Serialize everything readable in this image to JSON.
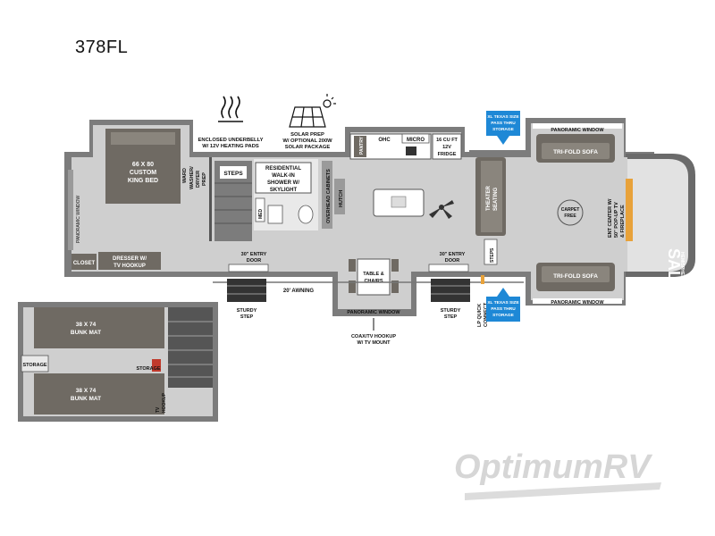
{
  "model": "378FL",
  "brand": {
    "name": "SALEM",
    "sub": "HEMISPHERE"
  },
  "watermark": {
    "text": "OptimumRV"
  },
  "colors": {
    "wall": "#7c7c7c",
    "wall_dark": "#555555",
    "floor": "#cfcfcf",
    "furniture": "#6f6a63",
    "accent_blue": "#1e88d6",
    "fire": "#e8a23a",
    "storage_red": "#c0392b"
  },
  "labels": {
    "bed": "66 X 80",
    "bed2": "CUSTOM",
    "bed3": "KING BED",
    "wardrobe": "WARD",
    "washer1": "WASHER/",
    "washer2": "DRYER",
    "washer3": "PREP",
    "steps": "STEPS",
    "med": "MED",
    "shower1": "RESIDENTIAL",
    "shower2": "WALK-IN",
    "shower3": "SHOWER W/",
    "shower4": "SKYLIGHT",
    "overhead": "OVERHEAD CABINETS",
    "hutch": "HUTCH",
    "pantry": "PANTRY",
    "ohc": "OHC",
    "micro": "MICRO",
    "fridge1": "16 CU FT",
    "fridge2": "12V",
    "fridge3": "FRIDGE",
    "theater1": "THEATER",
    "theater2": "SEATING",
    "trifold_top": "TRI-FOLD SOFA",
    "trifold_bottom": "TRI-FOLD SOFA",
    "panoramic_top": "PANORAMIC WINDOW",
    "panoramic_bottom": "PANORAMIC WINDOW",
    "panoramic_center": "PANORAMIC WINDOW",
    "panoramic_rear": "PANORAMIC WINDOW",
    "carpet1": "CARPET",
    "carpet2": "FREE",
    "ent1": "ENT CENTER W/",
    "ent2": "50\" POP-UP TV",
    "ent3": "& FIREPLACE",
    "closet": "CLOSET",
    "dresser1": "DRESSER W/",
    "dresser2": "TV HOOKUP",
    "entry_left1": "30\" ENTRY",
    "entry_left2": "DOOR",
    "entry_right1": "30\" ENTRY",
    "entry_right2": "DOOR",
    "table1": "TABLE &",
    "table2": "CHAIRS",
    "awning": "20' AWNING",
    "sturdy_left1": "STURDY",
    "sturdy_left2": "STEP",
    "sturdy_right1": "STURDY",
    "sturdy_right2": "STEP",
    "coax1": "COAX/TV HOOKUP",
    "coax2": "W/ TV MOUNT",
    "lp1": "LP QUICK",
    "lp2": "CONNECT",
    "steps_right": "STEPS",
    "enclosed1": "ENCLOSED UNDERBELLY",
    "enclosed2": "W/ 12V HEATING PADS",
    "solar1": "SOLAR PREP",
    "solar2": "W/ OPTIONAL 200W",
    "solar3": "SOLAR PACKAGE",
    "xl_top1": "XL TEXAS SIZE",
    "xl_top2": "PASS THRU",
    "xl_top3": "STORAGE",
    "xl_bot1": "XL TEXAS SIZE",
    "xl_bot2": "PASS THRU",
    "xl_bot3": "STORAGE",
    "bunk_top1": "38 X 74",
    "bunk_top2": "BUNK MAT",
    "bunk_bot1": "38 X 74",
    "bunk_bot2": "BUNK MAT",
    "storage_left": "STORAGE",
    "storage_right": "STORAGE",
    "tv_hookup1": "TV",
    "tv_hookup2": "HOOKUP"
  }
}
